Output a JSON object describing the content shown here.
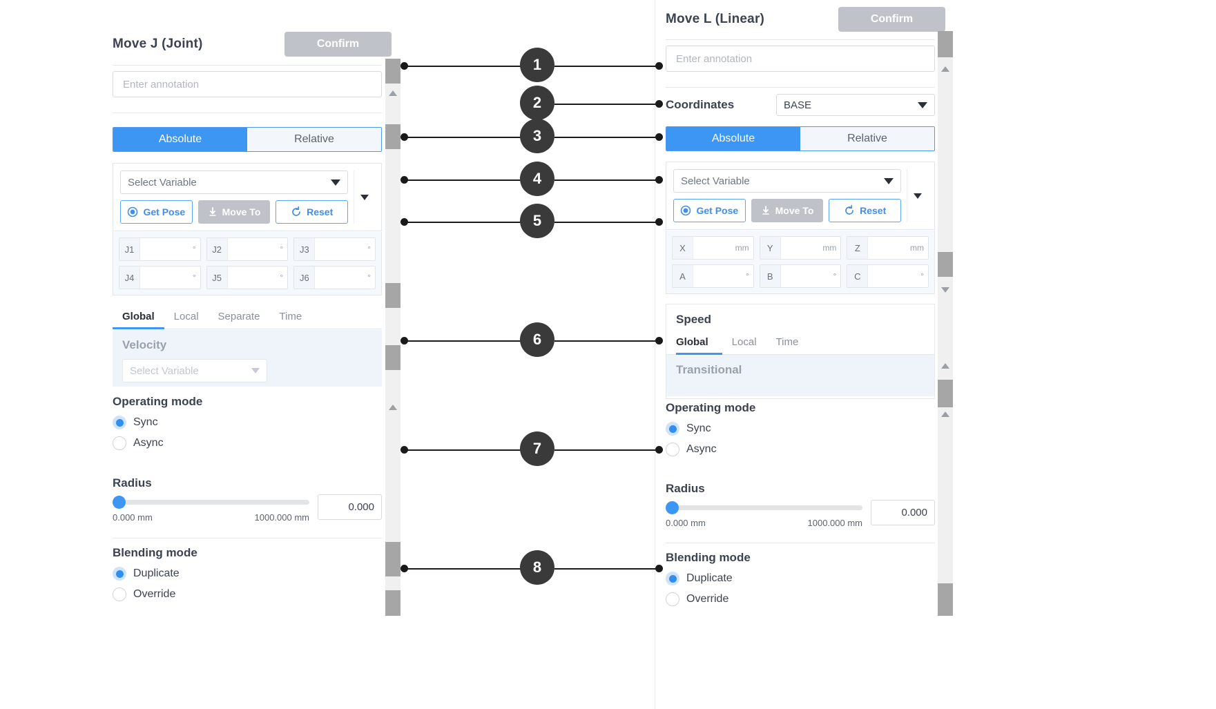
{
  "left_panel": {
    "title": "Move J (Joint)",
    "confirm_label": "Confirm",
    "annotation_placeholder": "Enter annotation",
    "mode_absolute": "Absolute",
    "mode_relative": "Relative",
    "select_variable": "Select Variable",
    "get_pose": "Get Pose",
    "move_to": "Move To",
    "reset": "Reset",
    "joint_fields": [
      {
        "label": "J1",
        "value": "",
        "unit": "°"
      },
      {
        "label": "J2",
        "value": "",
        "unit": "°"
      },
      {
        "label": "J3",
        "value": "",
        "unit": "°"
      },
      {
        "label": "J4",
        "value": "",
        "unit": "°"
      },
      {
        "label": "J5",
        "value": "",
        "unit": "°"
      },
      {
        "label": "J6",
        "value": "",
        "unit": "°"
      }
    ],
    "speed_tabs": [
      "Global",
      "Local",
      "Separate",
      "Time"
    ],
    "speed_tab_active": "Global",
    "velocity_label": "Velocity",
    "velocity_select": "Select Variable",
    "operating_mode_label": "Operating mode",
    "operating_modes": [
      "Sync",
      "Async"
    ],
    "operating_mode_selected": "Sync",
    "radius_label": "Radius",
    "radius_min": "0.000 mm",
    "radius_max": "1000.000 mm",
    "radius_value": "0.000",
    "blending_mode_label": "Blending mode",
    "blending_modes": [
      "Duplicate",
      "Override"
    ],
    "blending_mode_selected": "Duplicate"
  },
  "right_panel": {
    "title": "Move L (Linear)",
    "confirm_label": "Confirm",
    "annotation_placeholder": "Enter annotation",
    "coordinates_label": "Coordinates",
    "coordinates_value": "BASE",
    "mode_absolute": "Absolute",
    "mode_relative": "Relative",
    "select_variable": "Select Variable",
    "get_pose": "Get Pose",
    "move_to": "Move To",
    "reset": "Reset",
    "pose_fields": [
      {
        "label": "X",
        "value": "",
        "unit": "mm"
      },
      {
        "label": "Y",
        "value": "",
        "unit": "mm"
      },
      {
        "label": "Z",
        "value": "",
        "unit": "mm"
      },
      {
        "label": "A",
        "value": "",
        "unit": "°"
      },
      {
        "label": "B",
        "value": "",
        "unit": "°"
      },
      {
        "label": "C",
        "value": "",
        "unit": "°"
      }
    ],
    "speed_title": "Speed",
    "speed_tabs": [
      "Global",
      "Local",
      "Time"
    ],
    "speed_tab_active": "Global",
    "transitional_label": "Transitional",
    "operating_mode_label": "Operating mode",
    "operating_modes": [
      "Sync",
      "Async"
    ],
    "operating_mode_selected": "Sync",
    "radius_label": "Radius",
    "radius_min": "0.000 mm",
    "radius_max": "1000.000 mm",
    "radius_value": "0.000",
    "blending_mode_label": "Blending mode",
    "blending_modes": [
      "Duplicate",
      "Override"
    ],
    "blending_mode_selected": "Duplicate"
  },
  "callouts": [
    {
      "number": "1"
    },
    {
      "number": "2"
    },
    {
      "number": "3"
    },
    {
      "number": "4"
    },
    {
      "number": "5"
    },
    {
      "number": "6"
    },
    {
      "number": "7"
    },
    {
      "number": "8"
    }
  ],
  "colors": {
    "accent": "#3d97f2",
    "disabled_gray": "#bfc3c9",
    "text_dark": "#3b4250",
    "callout": "#3a3a3a",
    "shade": "#eff4fb"
  }
}
